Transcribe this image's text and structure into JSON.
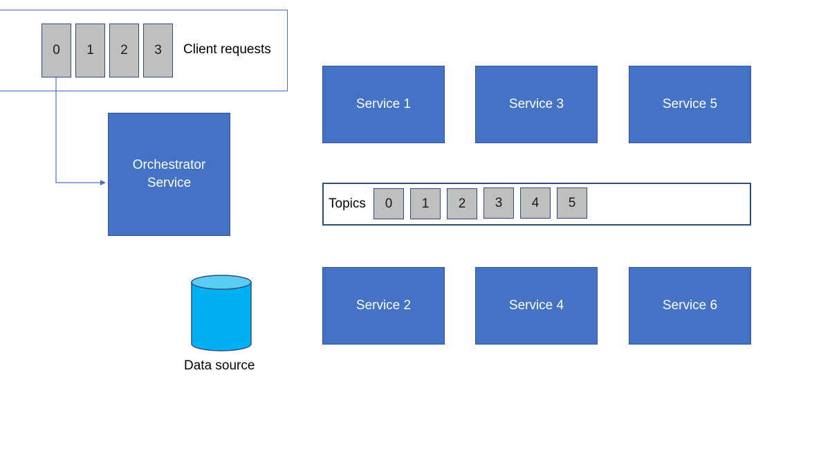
{
  "client_requests": {
    "label": "Client requests",
    "items": [
      "0",
      "1",
      "2",
      "3"
    ]
  },
  "orchestrator": {
    "label_line1": "Orchestrator",
    "label_line2": "Service"
  },
  "services": [
    "Service 1",
    "Service 2",
    "Service 3",
    "Service 4",
    "Service 5",
    "Service 6"
  ],
  "topics": {
    "label": "Topics",
    "items": [
      "0",
      "1",
      "2",
      "3",
      "4",
      "5"
    ]
  },
  "data_source": {
    "label": "Data source",
    "icon": "database-icon"
  },
  "colors": {
    "service_fill": "#4472c4",
    "queue_item_fill": "#bfbfbf",
    "database_fill": "#00b0f0",
    "database_top": "#5bcdf5",
    "arrow": "#4472c4"
  }
}
